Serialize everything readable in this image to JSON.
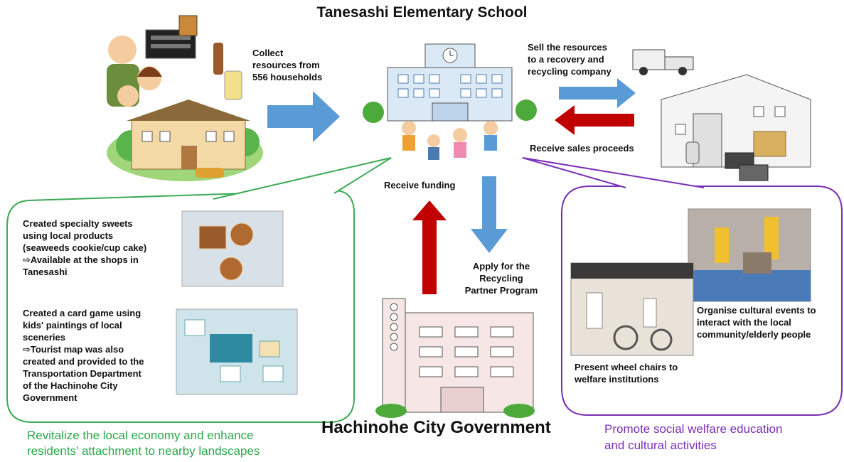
{
  "title": "Tanesashi Elementary School",
  "city_title": "Hachinohe City Government",
  "flows": {
    "collect": [
      "Collect",
      "resources from",
      "556 households"
    ],
    "sell": [
      "Sell the resources",
      "to a recovery and",
      "recycling company"
    ],
    "receive_sales": "Receive sales proceeds",
    "receive_funding": "Receive funding",
    "apply": [
      "Apply for the",
      "Recycling",
      "Partner Program"
    ]
  },
  "left_panel": {
    "sweets": [
      "Created specialty sweets",
      "using local products",
      "(seaweeds cookie/cup cake)",
      "⇨Available at the shops in",
      "Tanesashi"
    ],
    "cardgame": [
      "Created a card game using",
      "kids' paintings of local",
      "sceneries",
      "⇨Tourist map was also",
      "created and provided to the",
      "Transportation Department",
      "of the Hachinohe City",
      "Government"
    ],
    "caption": [
      "Revitalize the local economy and enhance",
      "residents' attachment to nearby landscapes"
    ]
  },
  "right_panel": {
    "events": [
      "Organise cultural events to",
      "interact with the local",
      "community/elderly people"
    ],
    "wheelchairs": [
      "Present wheel chairs to",
      "welfare institutions"
    ],
    "caption": [
      "Promote social welfare education",
      "and cultural activities"
    ]
  },
  "colors": {
    "blue_arrow": "#5b9bd5",
    "red_arrow": "#c00000",
    "green_border": "#3aaa55",
    "purple_border": "#7a2fb8"
  }
}
